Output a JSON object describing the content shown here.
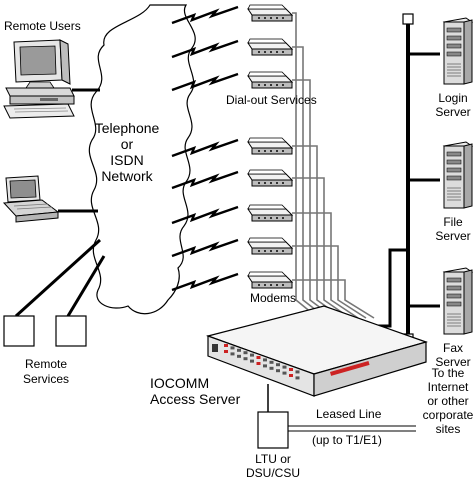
{
  "labels": {
    "remote_users": "Remote Users",
    "network_line1": "Telephone",
    "network_line2": "or",
    "network_line3": "ISDN",
    "network_line4": "Network",
    "dialout": "Dial-out Services",
    "modems": "Modems",
    "remote_services_line1": "Remote",
    "remote_services_line2": "Services",
    "access_server_line1": "IOCOMM",
    "access_server_line2": "Access Server",
    "leased_line": "Leased Line",
    "leased_sub": "(up to T1/E1)",
    "ltu_line1": "LTU or",
    "ltu_line2": "DSU/CSU",
    "internet_line1": "To the",
    "internet_line2": "Internet",
    "internet_line3": "or other",
    "internet_line4": "corporate",
    "internet_line5": "sites",
    "login_line1": "Login",
    "login_line2": "Server",
    "file_line1": "File",
    "file_line2": "Server",
    "fax_line1": "Fax",
    "fax_line2": "Server"
  },
  "icons": {
    "cloud": "cloud-icon",
    "workstation": "desktop-computer-icon",
    "laptop": "laptop-icon",
    "modem": "modem-icon",
    "lightning": "lightning-bolt-icon",
    "server": "tower-server-icon",
    "access_server": "rack-access-server-icon",
    "box": "service-box-icon"
  },
  "colors": {
    "line": "#000000",
    "cable": "#777777",
    "device_face": "#f2f2f2",
    "device_shade": "#bdbdbd",
    "accent_red": "#cc2222"
  }
}
